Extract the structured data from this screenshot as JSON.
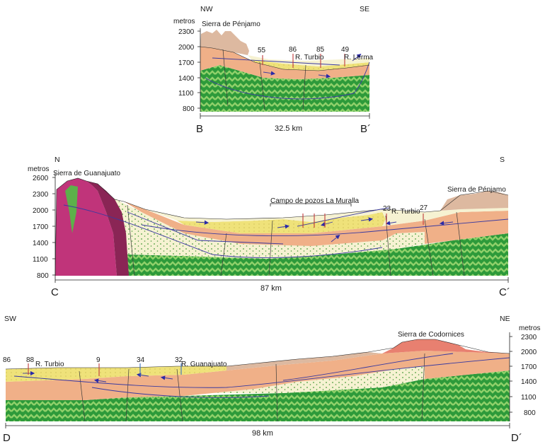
{
  "colors": {
    "green_dark": "#2d9a3a",
    "green_light": "#8fd06a",
    "salmon": "#f0b088",
    "cream": "#f6f2d2",
    "yellow": "#efe27a",
    "tan": "#ddb9a0",
    "magenta": "#c0347a",
    "maroon": "#8a2555",
    "pink_red": "#e88070",
    "fault_blue": "#3a3aa0",
    "well_red": "#c0393b"
  },
  "section_b": {
    "dir_left": "NW",
    "dir_right": "SE",
    "unit": "metros",
    "elevations": [
      "2300",
      "2000",
      "1700",
      "1400",
      "1100",
      "800"
    ],
    "range": "Sierra de Pénjamo",
    "wells": [
      "55",
      "86",
      "85",
      "49"
    ],
    "rivers": [
      "R. Turbio",
      "R. Lerma"
    ],
    "end_left": "B",
    "end_right": "B´",
    "scale": "32.5 km"
  },
  "section_c": {
    "dir_left": "N",
    "dir_right": "S",
    "unit": "metros",
    "elevations": [
      "2600",
      "2300",
      "2000",
      "1700",
      "1400",
      "1100",
      "800"
    ],
    "range_left": "Sierra de Guanajuato",
    "range_right": "Sierra de Pénjamo",
    "field": "Campo de pozos La Muralla",
    "wells": [
      "23",
      "27"
    ],
    "river": "R. Turbio",
    "end_left": "C",
    "end_right": "C´",
    "scale": "87 km"
  },
  "section_d": {
    "dir_left": "SW",
    "dir_right": "NE",
    "unit": "metros",
    "elevations": [
      "2300",
      "2000",
      "1700",
      "1400",
      "1100",
      "800"
    ],
    "range": "Sierra de Codornices",
    "wells": [
      "86",
      "88",
      "9",
      "34",
      "32"
    ],
    "rivers": [
      "R. Turbio",
      "R. Guanajuato"
    ],
    "end_left": "D",
    "end_right": "D´",
    "scale": "98 km"
  }
}
